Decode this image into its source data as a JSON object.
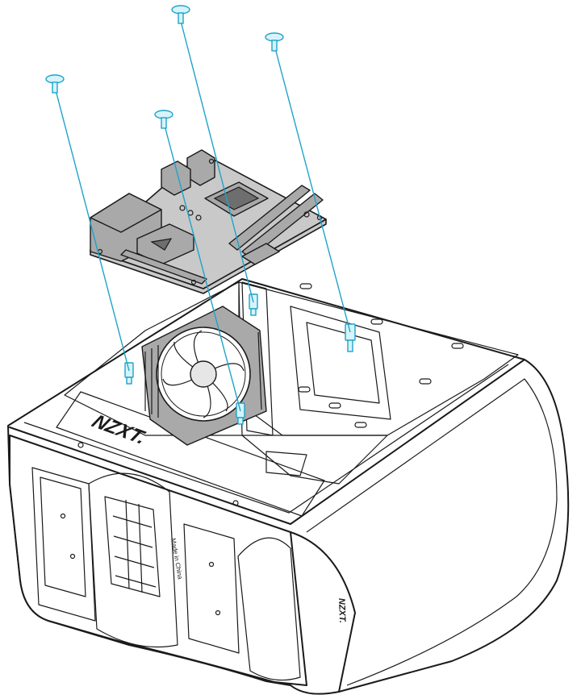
{
  "diagram": {
    "front_logo": "NZXT.",
    "side_logo": "NZXT.",
    "label_made_in": "Made in China",
    "colors": {
      "guide_line": "#1fa3c8",
      "standoff_fill": "#d7f3fb",
      "motherboard": "#c9c9c9",
      "outline": "#1a1a1a"
    },
    "icons": [
      "screw-icon",
      "standoff-icon",
      "fan-icon",
      "motherboard-icon"
    ]
  }
}
